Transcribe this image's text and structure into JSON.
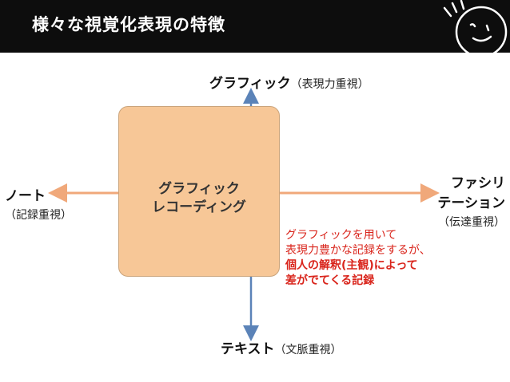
{
  "header": {
    "title": "様々な視覚化表現の特徴"
  },
  "diagram": {
    "center_label_line1": "グラフィック",
    "center_label_line2": "レコーディング",
    "top": {
      "label": "グラフィック",
      "sub": "（表現力重視）"
    },
    "bottom": {
      "label": "テキスト",
      "sub": "（文脈重視）"
    },
    "left": {
      "label": "ノート",
      "sub": "（記録重視）"
    },
    "right": {
      "label_line1": "ファシリ",
      "label_line2": "テーション",
      "sub": "（伝達重視）"
    },
    "note": {
      "line1": "グラフィックを用いて",
      "line2": "表現力豊かな記録をするが、",
      "line3": "個人の解釈(主観)によって",
      "line4": "差がでてくる記録"
    }
  },
  "colors": {
    "header_bg": "#0d0d0d",
    "box_fill": "#f7c797",
    "vertical_arrow": "#5b83b8",
    "horizontal_arrow": "#f0a87a",
    "note_text": "#d9241b"
  }
}
